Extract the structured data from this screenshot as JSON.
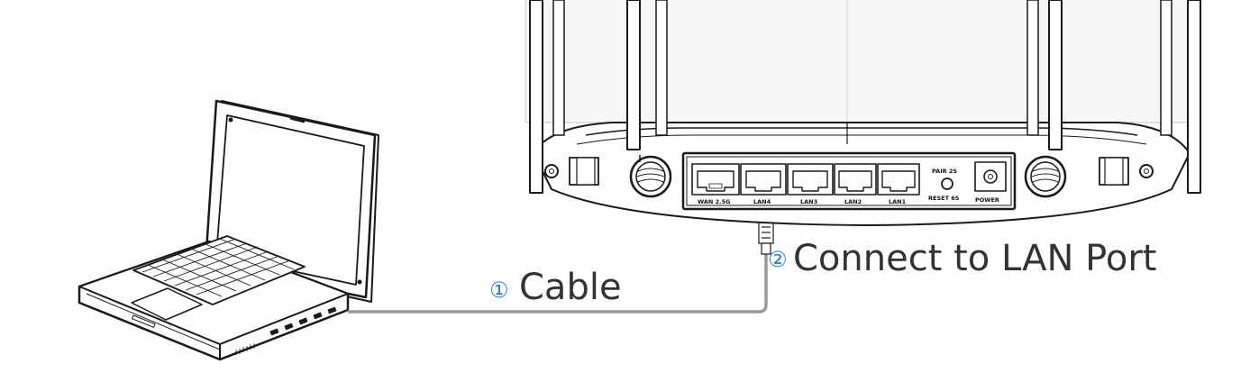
{
  "steps": [
    {
      "number": "①",
      "label": "Cable"
    },
    {
      "number": "②",
      "label": "Connect to LAN Port"
    }
  ],
  "router": {
    "ports": [
      "WAN 2.5G",
      "LAN4",
      "LAN3",
      "LAN2",
      "LAN1"
    ],
    "button_labels": [
      "PAIR 2S",
      "RESET 6S"
    ],
    "power_label": "POWER"
  },
  "colors": {
    "step_number": "#2a7fd4",
    "cable": "#9a9a9a",
    "line_art": "#1a1a1a"
  },
  "icons": [
    "laptop-icon",
    "router-icon",
    "rj45-plug-icon"
  ]
}
